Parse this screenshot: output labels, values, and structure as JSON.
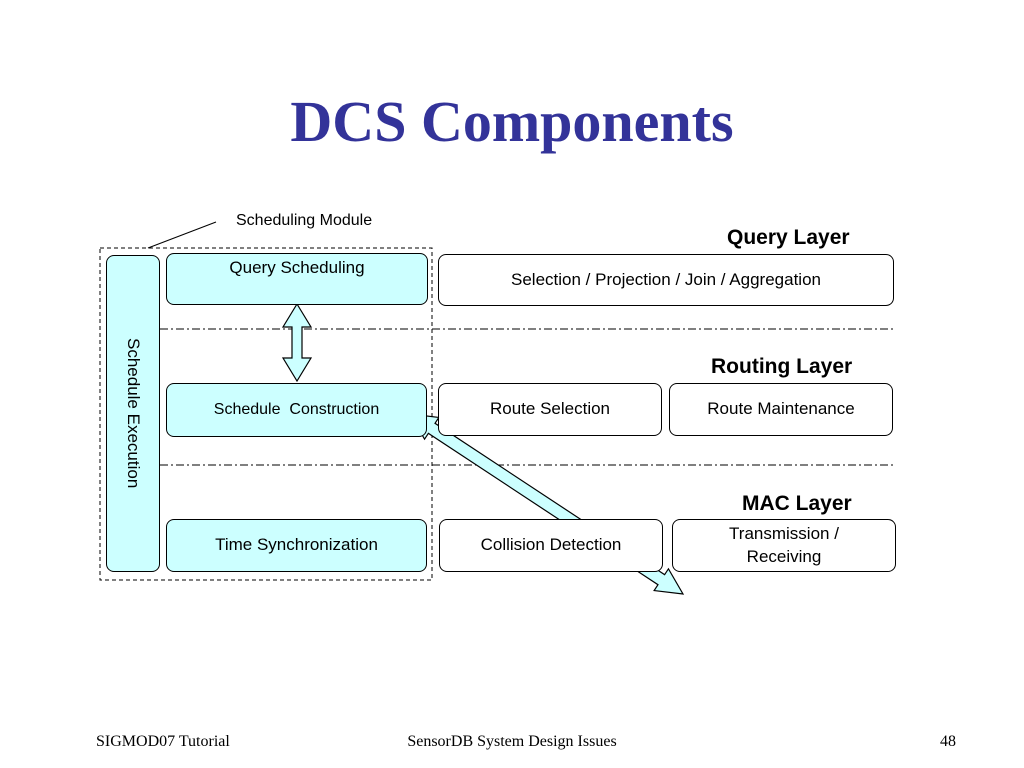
{
  "slide": {
    "title": "DCS Components",
    "scheduling_module_label": "Scheduling Module",
    "layers": {
      "query": "Query Layer",
      "routing": "Routing Layer",
      "mac": "MAC Layer"
    },
    "boxes": {
      "schedule_execution": "Schedule Execution",
      "query_scheduling": "Query Scheduling",
      "selection_projection": "Selection / Projection / Join / Aggregation",
      "schedule_construction": "Schedule  Construction",
      "route_selection": "Route Selection",
      "route_maintenance": "Route Maintenance",
      "time_synchronization": "Time Synchronization",
      "collision_detection": "Collision Detection",
      "transmission_receiving": "Transmission / Receiving"
    },
    "colors": {
      "title": "#333399",
      "box_fill": "#ccffff"
    }
  },
  "footer": {
    "left": "SIGMOD07 Tutorial",
    "center": "SensorDB System Design Issues",
    "page": "48"
  }
}
